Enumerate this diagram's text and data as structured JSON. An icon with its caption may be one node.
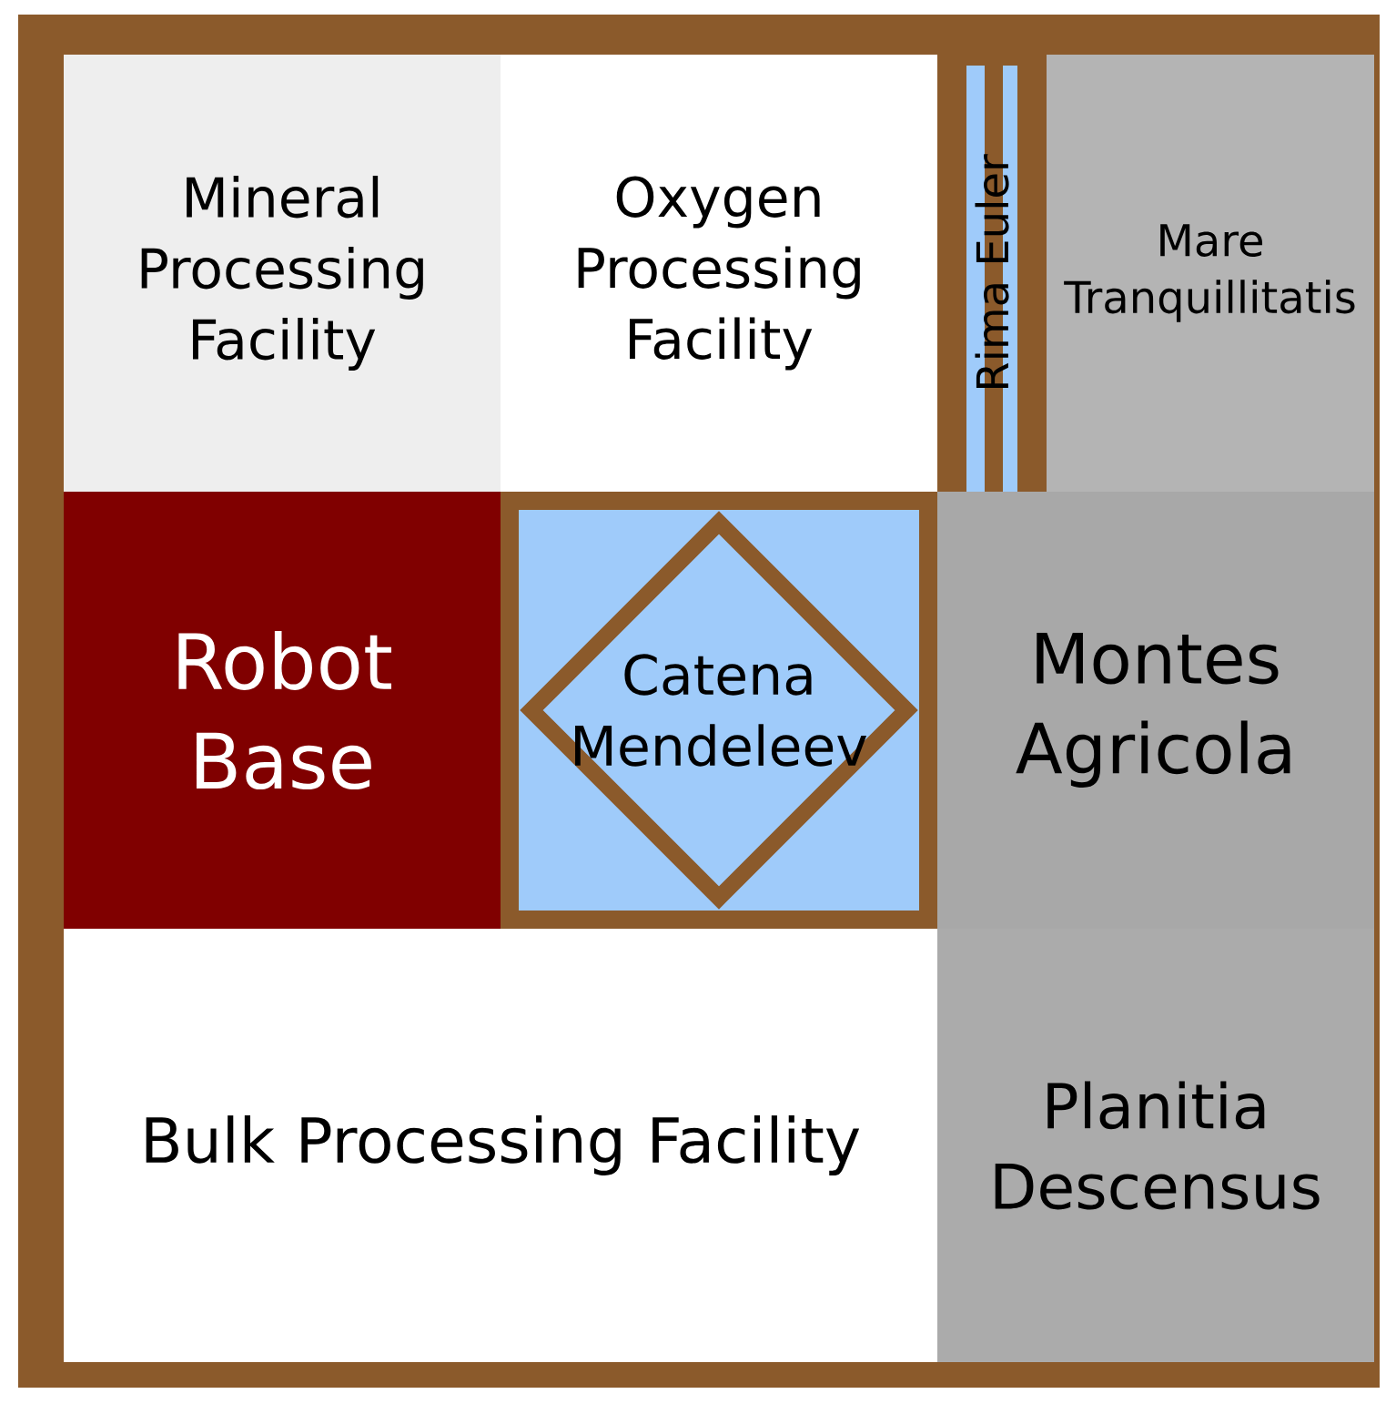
{
  "diagram": {
    "nodes": [
      {
        "text": [
          "Mineral Processing Facility"
        ]
      },
      {
        "text": [
          "Oxygen Processing Facility"
        ]
      },
      {
        "text": [
          "Rima Euler"
        ]
      },
      {
        "text": [
          "Mare Tranquillitatis"
        ]
      },
      {
        "text": [
          "Robot Base"
        ]
      },
      {
        "text": [
          "Catena Mendeleev"
        ]
      },
      {
        "text": [
          "Montes Agricola"
        ]
      },
      {
        "text": [
          "Bulk Processing Facility"
        ]
      },
      {
        "text": [
          "Planitia Descensus"
        ]
      }
    ]
  }
}
